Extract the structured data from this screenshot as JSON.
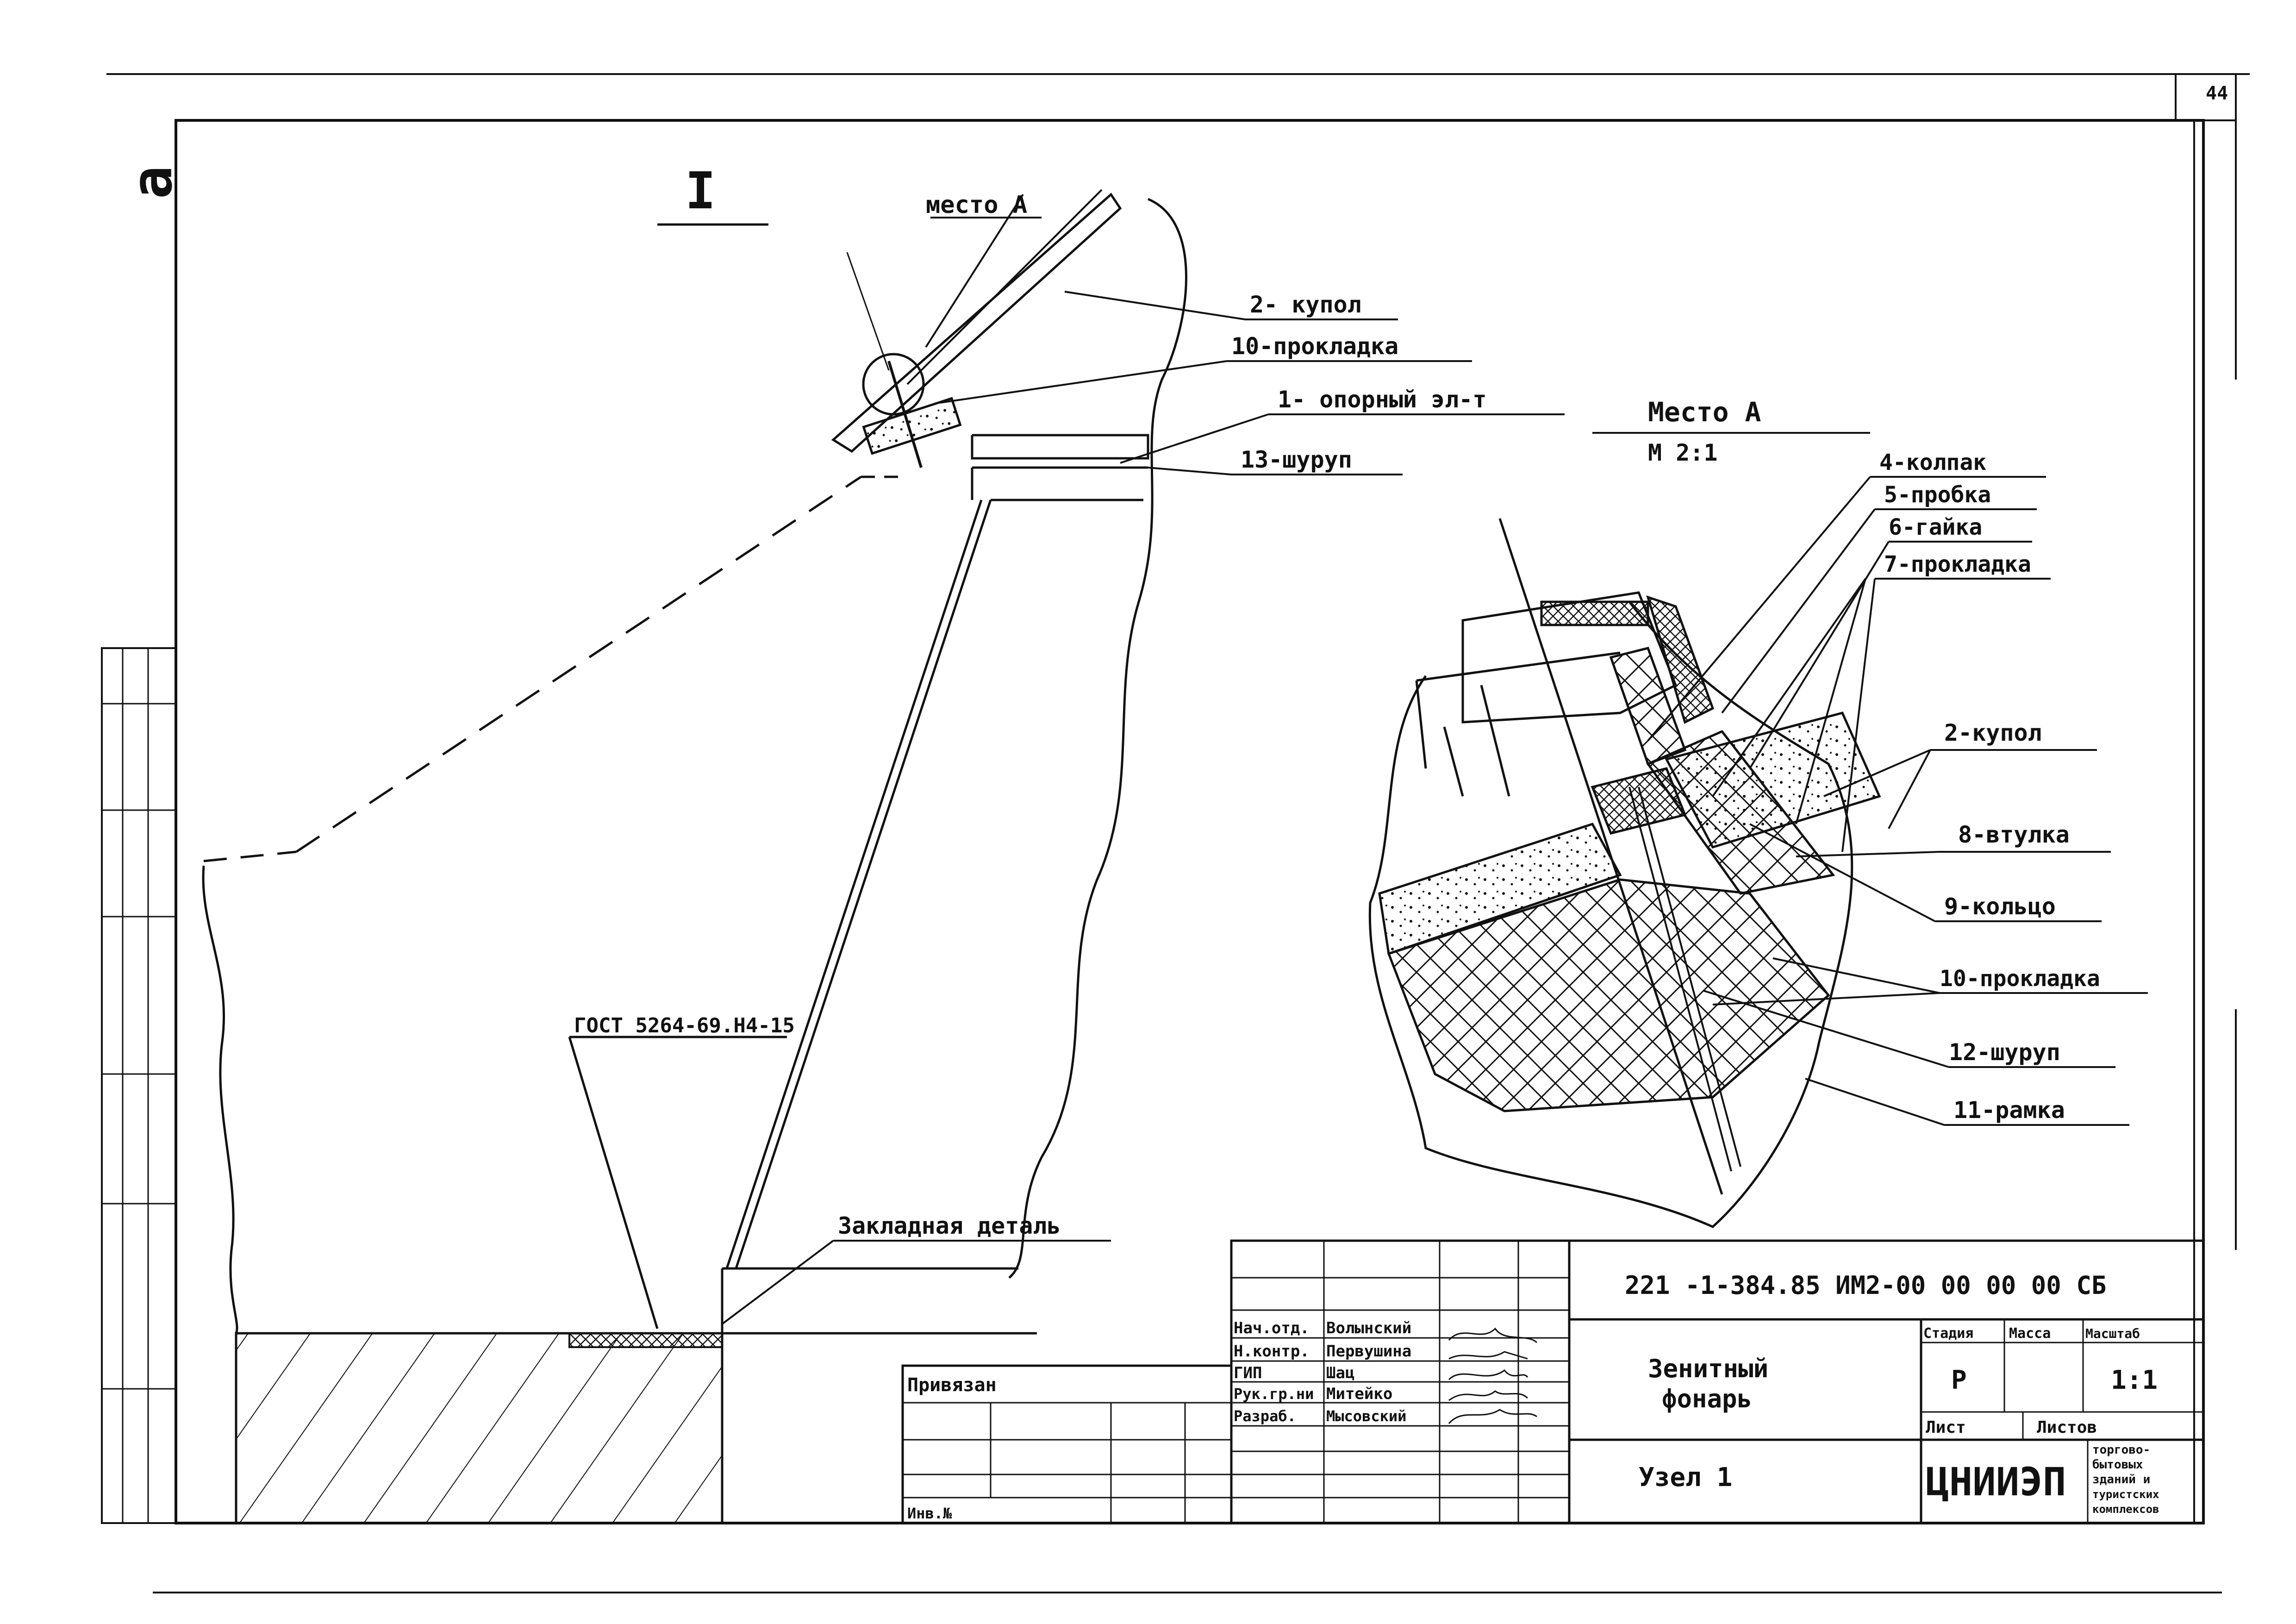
{
  "sheet": {
    "page_number": "44",
    "corner_mark": "a"
  },
  "view": {
    "section_title": "I",
    "detail_ref": "место А"
  },
  "main_labels": [
    "2- купол",
    "10-прокладка",
    "1- опорный эл-т",
    "13-шуруп",
    "ГОСТ 5264-69.Н4-15",
    "Закладная деталь"
  ],
  "detail": {
    "title": "Место А",
    "scale": "М 2:1",
    "labels": [
      "4-колпак",
      "5-пробка",
      "6-гайка",
      "7-прокладка",
      "2-купол",
      "8-втулка",
      "9-кольцо",
      "10-прокладка",
      "12-шуруп",
      "11-рамка"
    ]
  },
  "title_block": {
    "doc_code": "221 -1-384.85 ИМ2-00 00 00 00 СБ",
    "title_line1": "Зенитный",
    "title_line2": "фонарь",
    "sheet_name": "Узел 1",
    "stage_header": "Стадия",
    "mass_header": "Масса",
    "scale_header": "Масштаб",
    "stage_value": "Р",
    "scale_value": "1:1",
    "sheet_label": "Лист",
    "sheets_label": "Листов",
    "org": "ЦНИИЭП",
    "org_desc": [
      "торгово-",
      "бытовых",
      "зданий и",
      "туристских",
      "комплексов"
    ],
    "roles": [
      {
        "role": "Нач.отд.",
        "name": "Волынский"
      },
      {
        "role": "Н.контр.",
        "name": "Первушина"
      },
      {
        "role": "ГИП",
        "name": "Шац"
      },
      {
        "role": "Рук.гр.ни",
        "name": "Митейко"
      },
      {
        "role": "Разраб.",
        "name": "Мысовский"
      }
    ],
    "bound_label": "Привязан",
    "inv_label": "Инв.№"
  }
}
